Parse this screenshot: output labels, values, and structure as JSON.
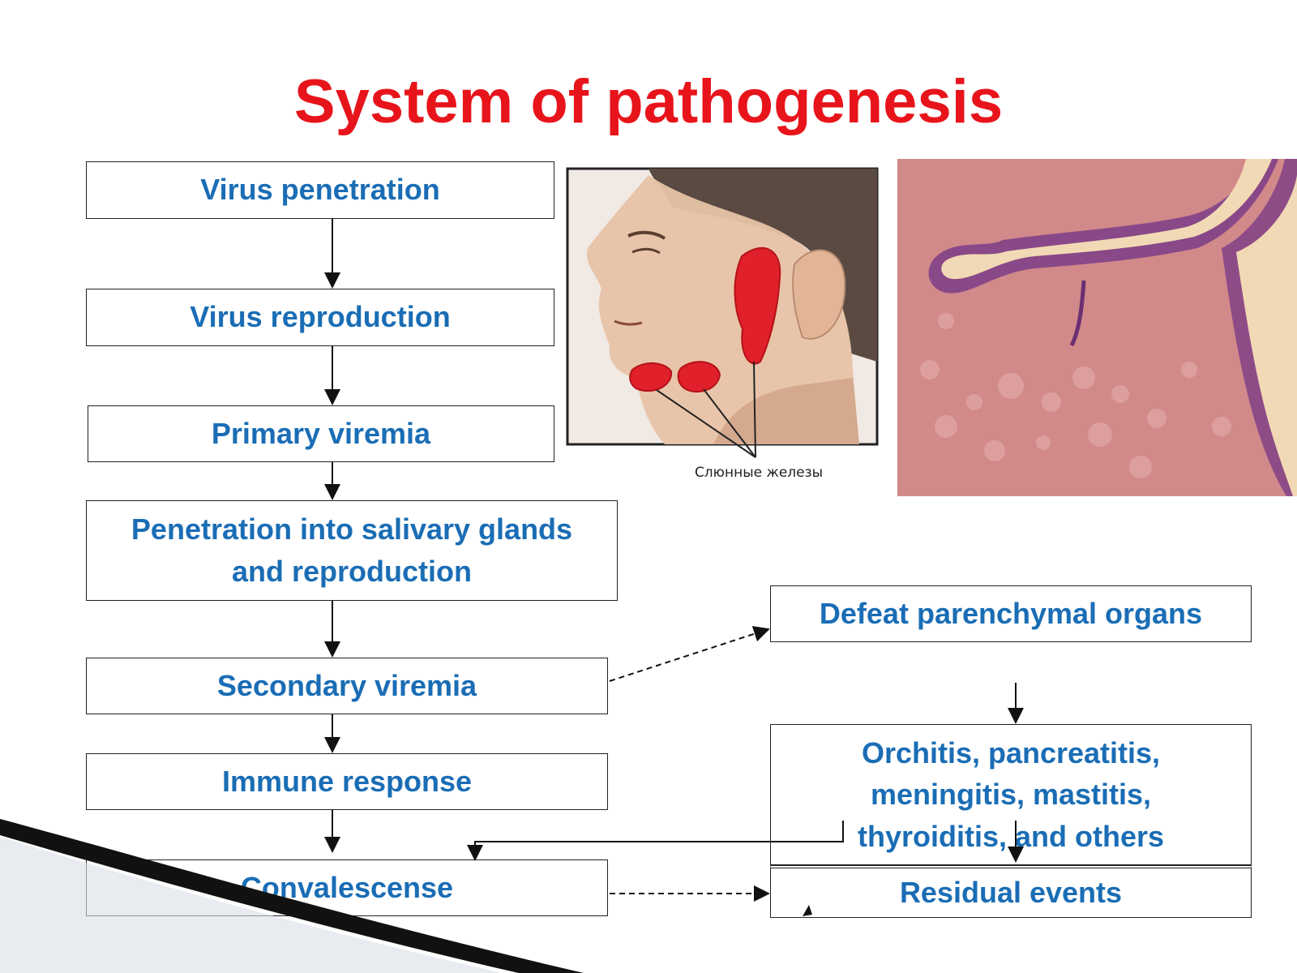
{
  "title": "System of pathogenesis",
  "flow": {
    "virus_penetration": "Virus penetration",
    "virus_reproduction": "Virus reproduction",
    "primary_viremia": "Primary viremia",
    "penetration_salivary": [
      "Penetration into salivary glands",
      "and reproduction"
    ],
    "secondary_viremia": "Secondary viremia",
    "immune_response": "Immune response",
    "convalescense": "Convalescense"
  },
  "side": {
    "defeat": "Defeat parenchymal organs",
    "complications": [
      "Orchitis, pancreatitis,",
      "meningitis, mastitis,",
      "thyroiditis, and others"
    ],
    "residual": "Residual events"
  },
  "illustration": {
    "caption": "Слюнные железы"
  },
  "colors": {
    "title": "#e8141b",
    "box_text": "#1a6db5",
    "gland": "#e0202a"
  }
}
